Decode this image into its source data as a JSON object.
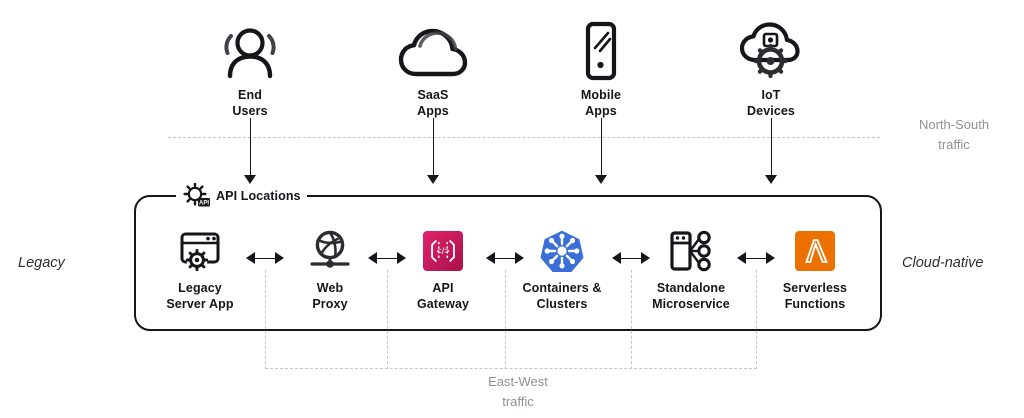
{
  "diagram": {
    "title": "API Locations architecture",
    "colors": {
      "ink": "#14161a",
      "muted": "#8e9195",
      "dashed": "#c2c4c7",
      "api_gateway_pink": "#c9205e",
      "kubernetes_blue": "#3a6ed8",
      "lambda_orange": "#ed7100"
    }
  },
  "clients": [
    {
      "label": "End\nUsers",
      "line1": "End",
      "line2": "Users",
      "icon": "users-icon"
    },
    {
      "label": "SaaS\nApps",
      "line1": "SaaS",
      "line2": "Apps",
      "icon": "cloud-icon"
    },
    {
      "label": "Mobile\nApps",
      "line1": "Mobile",
      "line2": "Apps",
      "icon": "mobile-phone-icon"
    },
    {
      "label": "IoT\nDevices",
      "line1": "IoT",
      "line2": "Devices",
      "icon": "iot-cloud-gear-icon"
    }
  ],
  "north_south": {
    "line1": "North-South",
    "line2": "traffic"
  },
  "east_west": {
    "line1": "East-West",
    "line2": "traffic"
  },
  "container": {
    "badge_label": "API Locations",
    "badge_icon": "api-gear-icon"
  },
  "services": [
    {
      "line1": "Legacy",
      "line2": "Server App",
      "icon": "browser-gear-icon"
    },
    {
      "line1": "Web",
      "line2": "Proxy",
      "icon": "web-proxy-icon"
    },
    {
      "line1": "API",
      "line2": "Gateway",
      "icon": "api-gateway-tile-icon"
    },
    {
      "line1": "Containers &",
      "line2": "Clusters",
      "icon": "kubernetes-icon"
    },
    {
      "line1": "Standalone",
      "line2": "Microservice",
      "icon": "microservice-node-icon"
    },
    {
      "line1": "Serverless",
      "line2": "Functions",
      "icon": "aws-lambda-tile-icon"
    }
  ],
  "side_labels": {
    "left": "Legacy",
    "right": "Cloud-native"
  }
}
